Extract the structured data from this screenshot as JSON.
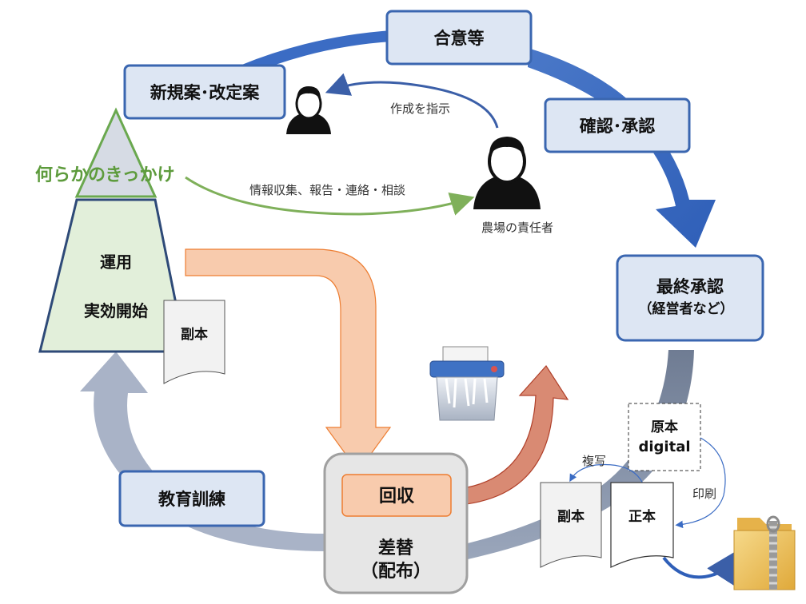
{
  "nodes": {
    "agreement": "合意等",
    "new_plan": "新規案･改定案",
    "confirm": "確認･承認",
    "final_approval": "最終承認",
    "final_approval_sub": "（経営者など）",
    "operation": "運用",
    "effective_start": "実効開始",
    "trigger": "何らかのきっかけ",
    "education": "教育訓練",
    "collect": "回収",
    "replace_line1": "差替",
    "replace_line2": "（配布）"
  },
  "labels": {
    "instruct": "作成を指示",
    "report": "情報収集、報告・連絡・相談",
    "farm_manager": "農場の責任者",
    "copy": "複写",
    "print": "印刷"
  },
  "documents": {
    "copy_doc_left": "副本",
    "original_digital_line1": "原本",
    "original_digital_line2": "digital",
    "copy_doc_right": "副本",
    "original_doc": "正本"
  },
  "icons": {
    "person_small": "person-icon",
    "person_large": "manager-person-icon",
    "shredder": "shredder-icon",
    "archive": "zip-folder-icon"
  },
  "colors": {
    "box_fill": "#dde6f3",
    "box_stroke": "#3a66b0",
    "arrow_blue": "#3b6cc4",
    "arrow_gray": "#8d99ad",
    "arrow_gray_light": "#a9b3c7",
    "pyramid_fill": "#e0eed8",
    "pyramid_top_fill": "#d8dde6",
    "trigger_text": "#5d9b3c",
    "orange_fill": "#f8cbad",
    "orange_stroke": "#ed7d31",
    "red_arrow": "#c55a3c"
  }
}
